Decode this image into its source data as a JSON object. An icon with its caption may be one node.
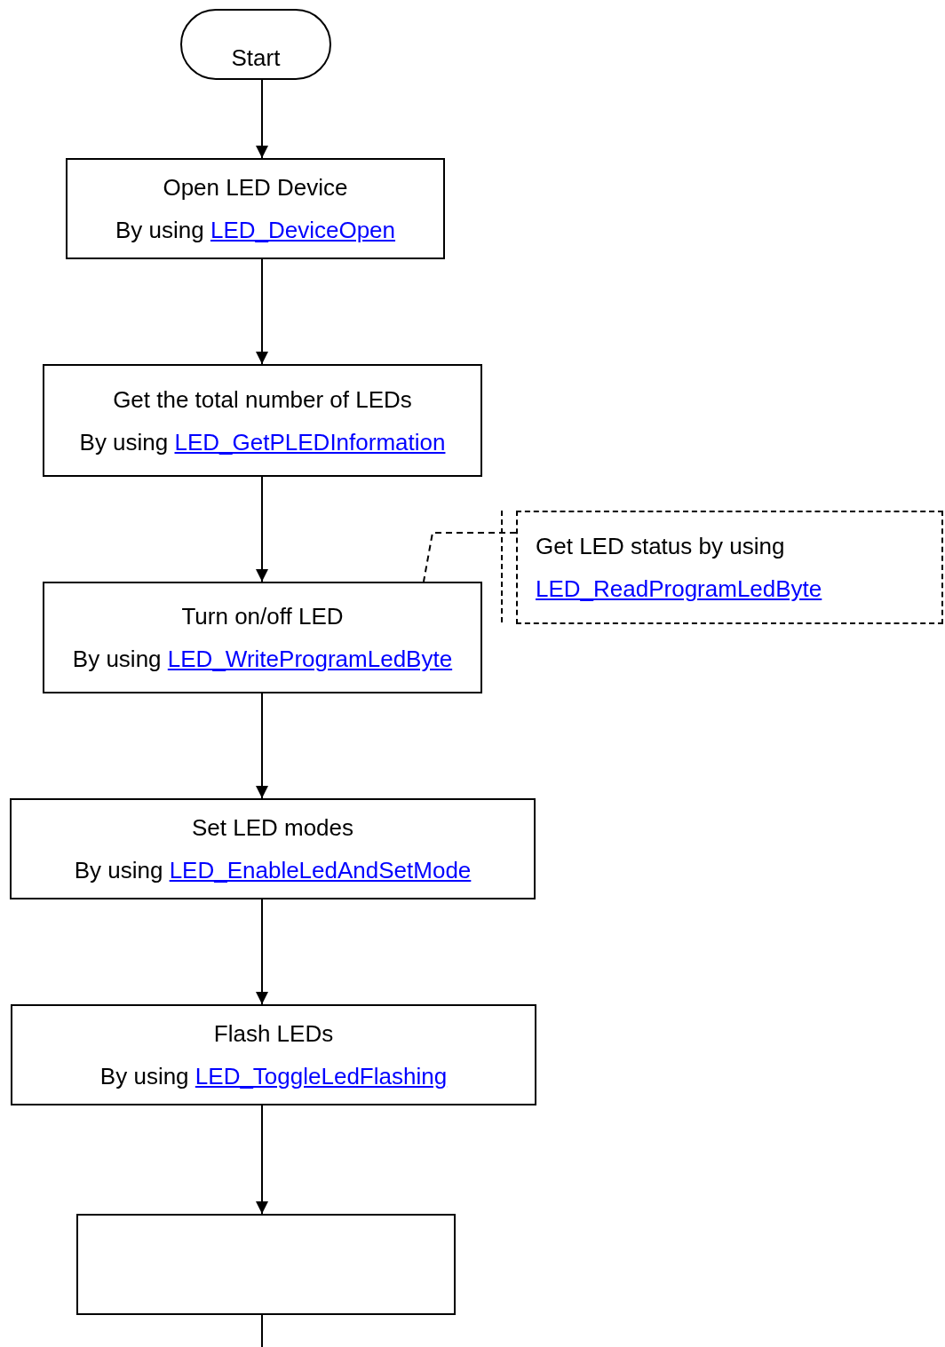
{
  "diagram": {
    "nodes": [
      {
        "text": [
          "Start"
        ]
      },
      {
        "text": [
          "Open LED Device",
          "By using",
          "LED_DeviceOpen"
        ]
      },
      {
        "text": [
          "Get the total number of LEDs",
          "By using",
          "LED_GetPLEDInformation"
        ]
      },
      {
        "text": [
          "Get LED status by using",
          "LED_ReadProgramLedByte"
        ]
      },
      {
        "text": [
          "Turn on/off LED",
          "By using",
          "LED_WriteProgramLedByte"
        ]
      },
      {
        "text": [
          "Set LED modes",
          "By using",
          "LED_EnableLedAndSetMode"
        ]
      },
      {
        "text": [
          "Flash LEDs",
          "By using",
          "LED_ToggleLedFlashing"
        ]
      },
      {
        "text": [],
        "shape": "box"
      }
    ],
    "edges": [
      {
        "from": 0,
        "to": 1,
        "arrow": "to"
      },
      {
        "from": 1,
        "to": 2,
        "arrow": "to"
      },
      {
        "from": 2,
        "to": 4,
        "arrow": "to"
      },
      {
        "from": 3,
        "to": 4,
        "arrow": "none",
        "style": "dashed"
      },
      {
        "from": 4,
        "to": 5,
        "arrow": "to"
      },
      {
        "from": 5,
        "to": 6,
        "arrow": "to"
      },
      {
        "from": 6,
        "to": 7,
        "arrow": "to"
      },
      {
        "from": 7,
        "to": null,
        "arrow": "none"
      }
    ]
  }
}
